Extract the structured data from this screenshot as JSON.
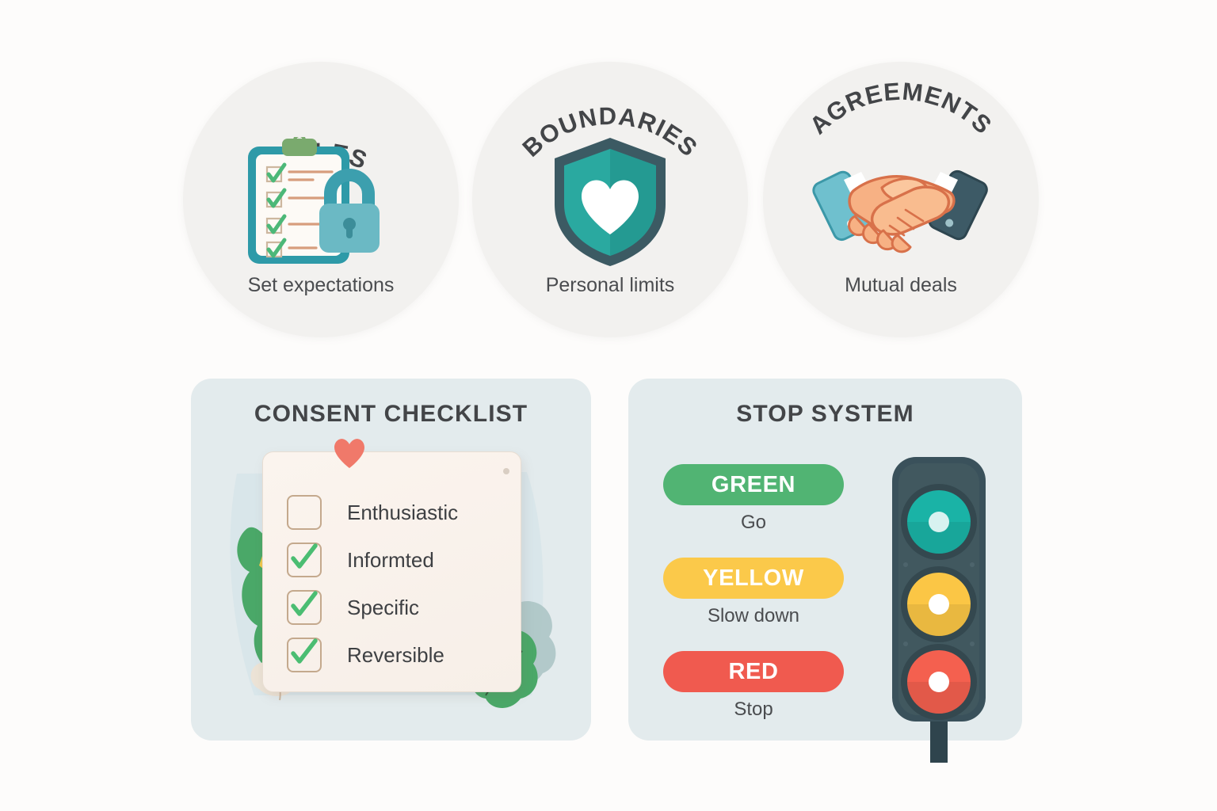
{
  "page": {
    "background_color": "#fdfcfb"
  },
  "top_cards": [
    {
      "id": "rules",
      "arc_title": "RULES",
      "caption": "Set expectations",
      "icon": "clipboard-checklist-lock-icon",
      "circle_color": "#f2f1ef"
    },
    {
      "id": "boundaries",
      "arc_title": "BOUNDARIES",
      "caption": "Personal limits",
      "icon": "shield-heart-icon",
      "circle_color": "#f2f1ef"
    },
    {
      "id": "agreements",
      "arc_title": "AGREEMENTS",
      "caption": "Mutual deals",
      "icon": "handshake-icon",
      "circle_color": "#f2f1ef"
    }
  ],
  "consent_panel": {
    "title": "CONSENT CHECKLIST",
    "background_color": "#e3ebed",
    "card_color": "#f9f2ec",
    "heart_color": "#f0796a",
    "check_color": "#4bbd72",
    "box_border_color": "#c4a98d",
    "items": [
      {
        "label": "Enthusiastic",
        "checked": false
      },
      {
        "label": "Informted",
        "checked": true
      },
      {
        "label": "Specific",
        "checked": true
      },
      {
        "label": "Reversible",
        "checked": true
      }
    ]
  },
  "stop_panel": {
    "title": "STOP SYSTEM",
    "background_color": "#e3ebed",
    "signals": [
      {
        "label": "GREEN",
        "meaning": "Go",
        "color": "#51b473",
        "lamp_color": "#1ab3a6"
      },
      {
        "label": "YELLOW",
        "meaning": "Slow down",
        "color": "#fbc94a",
        "lamp_color": "#fbc645"
      },
      {
        "label": "RED",
        "meaning": "Stop",
        "color": "#f05a4f",
        "lamp_color": "#f4604f"
      }
    ],
    "traffic_light": {
      "body_color": "#3a515b",
      "icon": "traffic-light-icon"
    }
  }
}
